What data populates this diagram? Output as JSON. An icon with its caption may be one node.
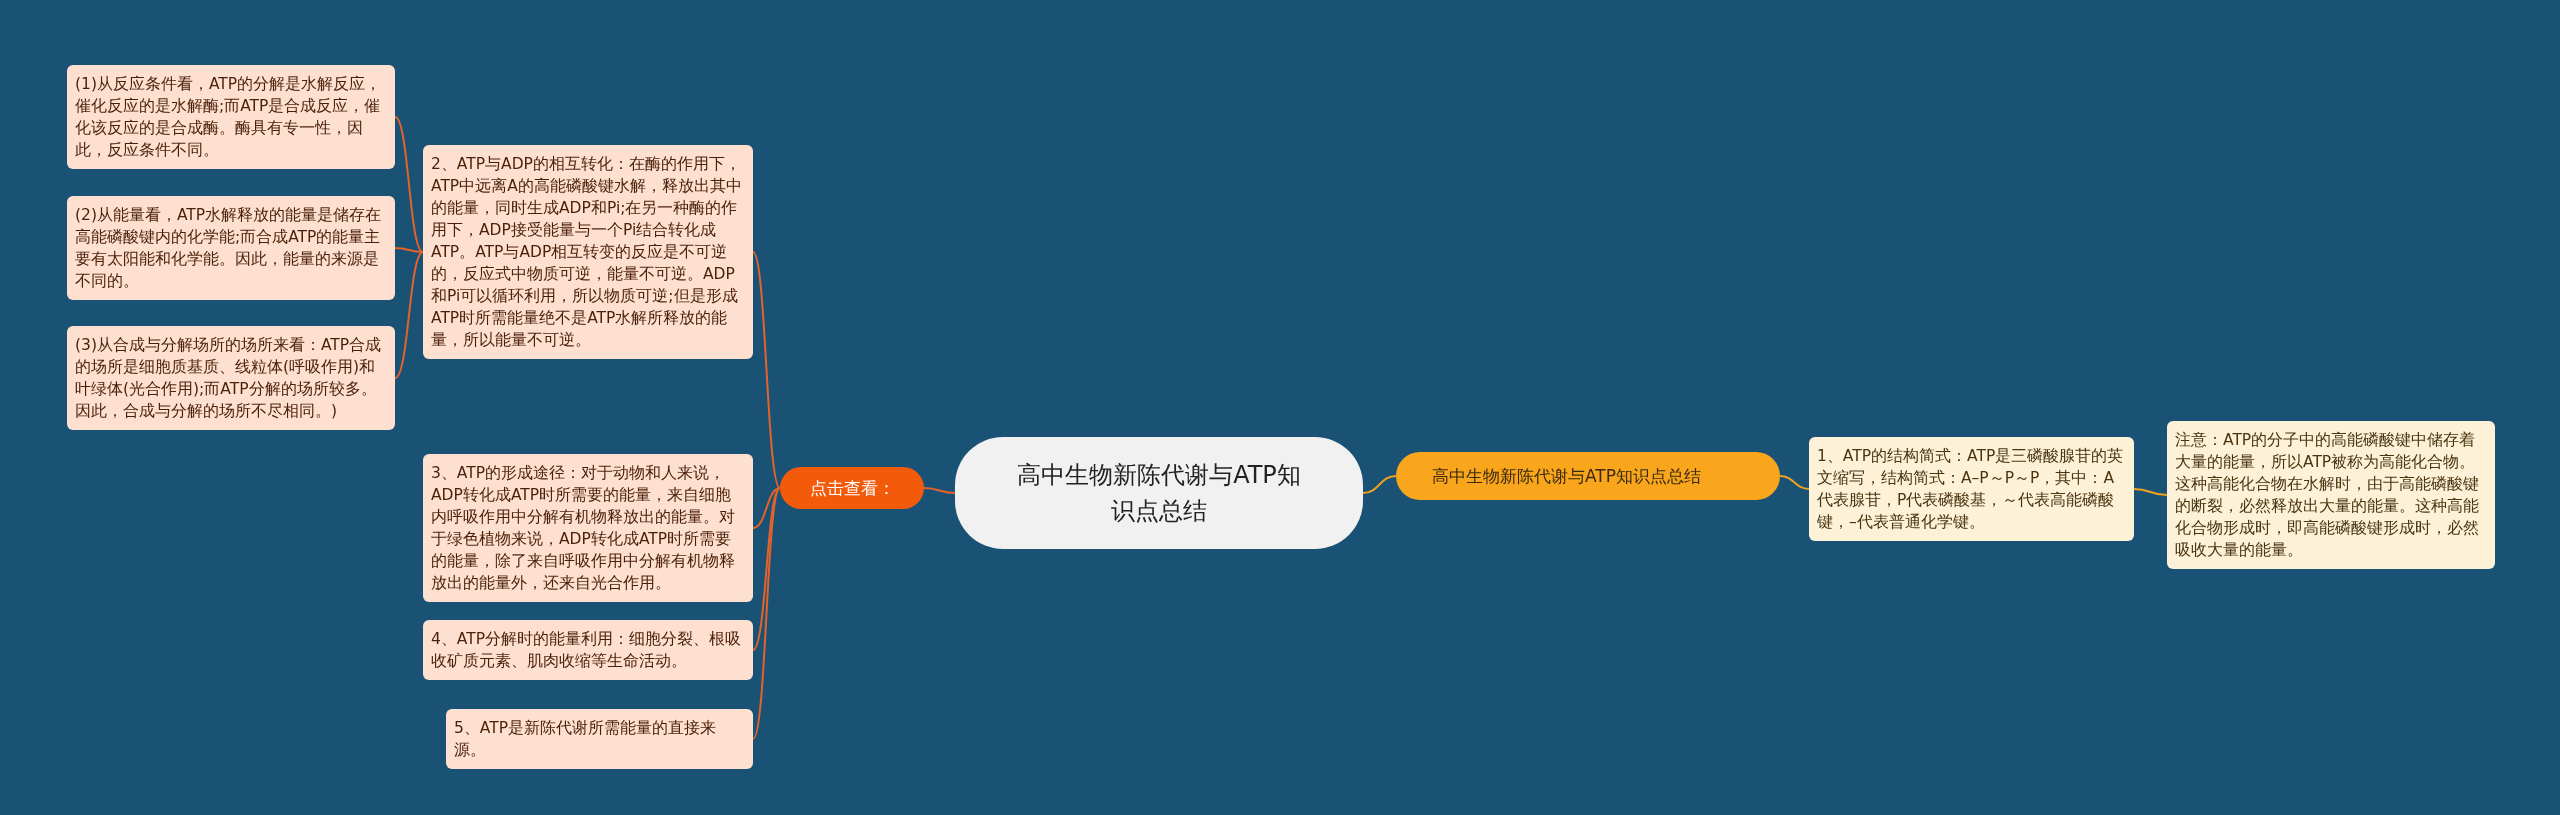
{
  "diagram": {
    "nodes": [
      {
        "text": [
          "高中生物新陈代谢与ATP知识点总结"
        ]
      },
      {
        "text": [
          "点击查看："
        ]
      },
      {
        "text": [
          "2、ATP与ADP的相互转化：在酶的作用下，ATP中远离A的高能磷酸键水解，释放出其中的能量，同时生成ADP和Pi;在另一种酶的作用下，ADP接受能量与一个Pi结合转化成ATP。ATP与ADP相互转变的反应是不可逆的，反应式中物质可逆，能量不可逆。ADP和Pi可以循环利用，所以物质可逆;但是形成ATP时所需能量绝不是ATP水解所释放的能量，所以能量不可逆。"
        ]
      },
      {
        "text": [
          "(1)从反应条件看，ATP的分解是水解反应，催化反应的是水解酶;而ATP是合成反应，催化该反应的是合成酶。酶具有专一性，因此，反应条件不同。"
        ]
      },
      {
        "text": [
          "(2)从能量看，ATP水解释放的能量是储存在高能磷酸键内的化学能;而合成ATP的能量主要有太阳能和化学能。因此，能量的来源是不同的。"
        ]
      },
      {
        "text": [
          "(3)从合成与分解场所的场所来看：ATP合成的场所是细胞质基质、线粒体(呼吸作用)和叶绿体(光合作用);而ATP分解的场所较多。因此，合成与分解的场所不尽相同。)"
        ]
      },
      {
        "text": [
          "3、ATP的形成途径：对于动物和人来说，ADP转化成ATP时所需要的能量，来自细胞内呼吸作用中分解有机物释放出的能量。对于绿色植物来说，ADP转化成ATP时所需要的能量，除了来自呼吸作用中分解有机物释放出的能量外，还来自光合作用。"
        ]
      },
      {
        "text": [
          "4、ATP分解时的能量利用：细胞分裂、根吸收矿质元素、肌肉收缩等生命活动。"
        ]
      },
      {
        "text": [
          "5、ATP是新陈代谢所需能量的直接来源。"
        ]
      },
      {
        "text": [
          "高中生物新陈代谢与ATP知识点总结"
        ]
      },
      {
        "text": [
          "1、ATP的结构简式：ATP是三磷酸腺苷的英文缩写，结构简式：A–P～P～P，其中：A代表腺苷，P代表磷酸基，～代表高能磷酸键，–代表普通化学键。"
        ]
      },
      {
        "text": [
          "注意：ATP的分子中的高能磷酸键中储存着大量的能量，所以ATP被称为高能化合物。这种高能化合物在水解时，由于高能磷酸键的断裂，必然释放出大量的能量。这种高能化合物形成时，即高能磷酸键形成时，必然吸收大量的能量。"
        ]
      }
    ],
    "edges": [
      {
        "from": 0,
        "to": 1,
        "arrow": "none"
      },
      {
        "from": 1,
        "to": 2,
        "arrow": "none"
      },
      {
        "from": 2,
        "to": 3,
        "arrow": "none"
      },
      {
        "from": 2,
        "to": 4,
        "arrow": "none"
      },
      {
        "from": 2,
        "to": 5,
        "arrow": "none"
      },
      {
        "from": 1,
        "to": 6,
        "arrow": "none"
      },
      {
        "from": 1,
        "to": 7,
        "arrow": "none"
      },
      {
        "from": 1,
        "to": 8,
        "arrow": "none"
      },
      {
        "from": 0,
        "to": 9,
        "arrow": "none",
        "color": "#f0a020"
      },
      {
        "from": 9,
        "to": 10,
        "arrow": "none",
        "color": "#f0a020"
      },
      {
        "from": 10,
        "to": 11,
        "arrow": "none",
        "color": "#f0a020"
      }
    ]
  }
}
